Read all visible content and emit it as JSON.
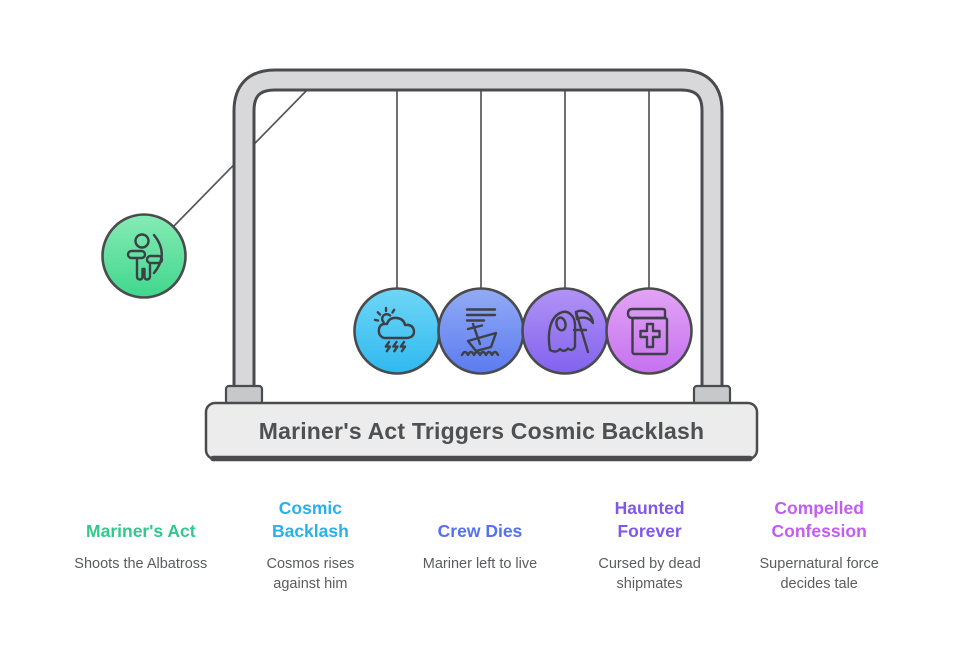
{
  "title": "Mariner's Act Triggers Cosmic Backlash",
  "cradle": {
    "swing_ball": {
      "name": "mariners-act",
      "icon": "archer-icon",
      "gradient": [
        "#86ebb5",
        "#40d78d"
      ]
    },
    "hanging_balls": [
      {
        "name": "cosmic-backlash",
        "icon": "storm-icon",
        "gradient": [
          "#6fd6f7",
          "#2fb9ef"
        ]
      },
      {
        "name": "crew-dies",
        "icon": "sinking-ship-icon",
        "gradient": [
          "#93abf5",
          "#5b7bf0"
        ]
      },
      {
        "name": "haunted-forever",
        "icon": "ghost-scythe-icon",
        "gradient": [
          "#b293f5",
          "#8262ee"
        ]
      },
      {
        "name": "compelled-confession",
        "icon": "bible-icon",
        "gradient": [
          "#e3a4f6",
          "#c571ef"
        ]
      }
    ]
  },
  "legend": [
    {
      "heading": "Mariner's Act",
      "color": "#30c98c",
      "description": "Shoots the Albatross"
    },
    {
      "heading": "Cosmic\nBacklash",
      "color": "#29b1e9",
      "description": "Cosmos rises\nagainst him"
    },
    {
      "heading": "Crew Dies",
      "color": "#5372eb",
      "description": "Mariner left to live"
    },
    {
      "heading": "Haunted\nForever",
      "color": "#7f58eb",
      "description": "Cursed by dead\nshipmates"
    },
    {
      "heading": "Compelled\nConfession",
      "color": "#c15df2",
      "description": "Supernatural force\ndecides tale"
    }
  ],
  "colors": {
    "outline": "#4a4b4f",
    "frame_fill": "#d8d8da",
    "base_fill": "#ececec",
    "foot_fill": "#c7c8ca",
    "string": "#55565a",
    "icon_stroke": "#3d4046",
    "title_text": "#4f5052",
    "description_text": "#5b5c5e",
    "background": "#ffffff"
  }
}
